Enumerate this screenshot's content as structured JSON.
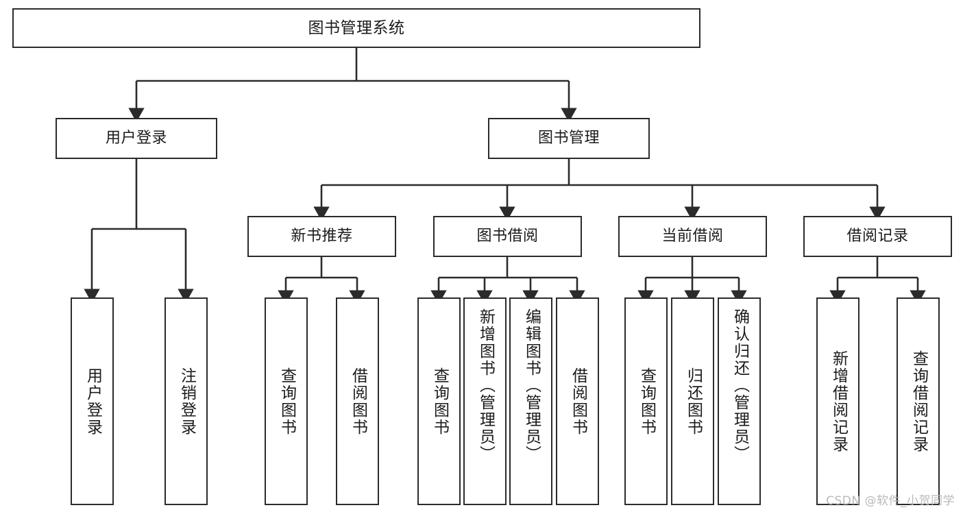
{
  "diagram": {
    "type": "tree-hierarchy",
    "title": "图书管理系统",
    "watermark": "CSDN @软件_小贺同学",
    "colors": {
      "border": "#2b2b2b",
      "background": "#ffffff",
      "text": "#1b1b1b",
      "connector": "#2b2b2b",
      "watermark": "#b9b9b9"
    },
    "root": {
      "label": "图书管理系统"
    },
    "level2": [
      {
        "label": "用户登录"
      },
      {
        "label": "图书管理"
      }
    ],
    "level3": [
      {
        "label": "新书推荐"
      },
      {
        "label": "图书借阅"
      },
      {
        "label": "当前借阅"
      },
      {
        "label": "借阅记录"
      }
    ],
    "leaves": {
      "user_login": [
        {
          "label": "用户登录"
        },
        {
          "label": "注销登录"
        }
      ],
      "new_book_recommend": [
        {
          "label": "查询图书"
        },
        {
          "label": "借阅图书"
        }
      ],
      "book_borrow": [
        {
          "label": "查询图书"
        },
        {
          "label": "新增图书（管理员）"
        },
        {
          "label": "编辑图书（管理员）"
        },
        {
          "label": "借阅图书"
        }
      ],
      "current_borrow": [
        {
          "label": "查询图书"
        },
        {
          "label": "归还图书"
        },
        {
          "label": "确认归还（管理员）"
        }
      ],
      "borrow_record": [
        {
          "label": "新增借阅记录"
        },
        {
          "label": "查询借阅记录"
        }
      ]
    }
  }
}
